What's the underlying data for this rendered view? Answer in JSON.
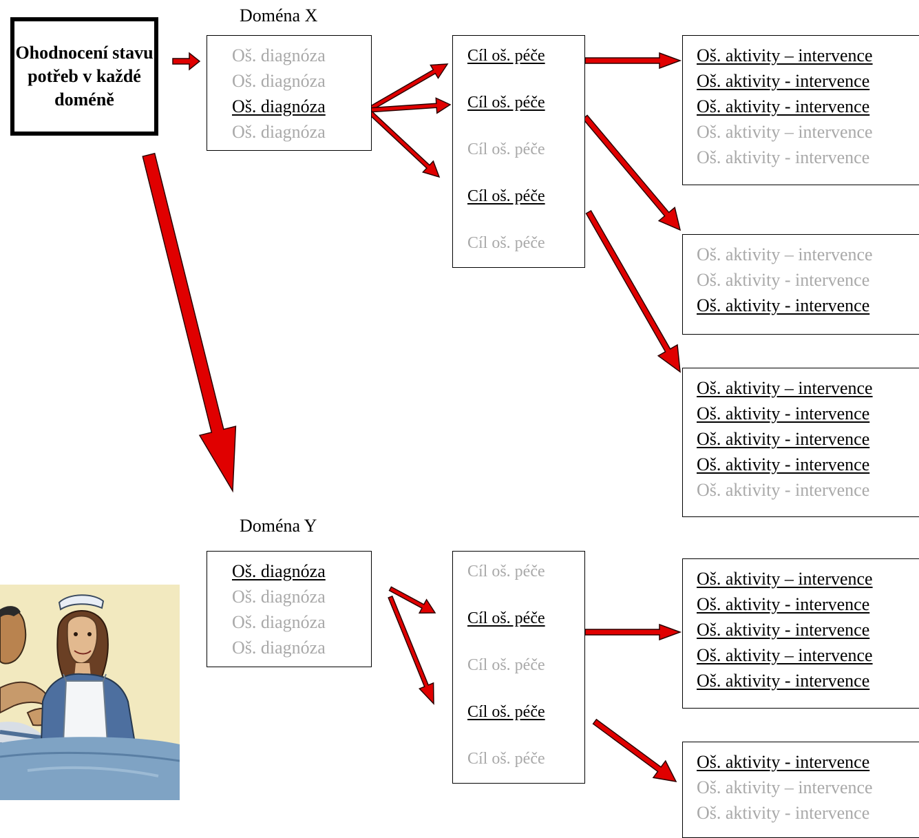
{
  "assessment": {
    "label": "Ohodnocení stavu potřeb v každé doméně"
  },
  "domains": [
    {
      "title": "Doména X",
      "diagnoses": [
        {
          "text": "Oš. diagnóza",
          "active": false
        },
        {
          "text": "Oš. diagnóza",
          "active": false
        },
        {
          "text": "Oš. diagnóza",
          "active": true
        },
        {
          "text": "Oš. diagnóza",
          "active": false
        }
      ],
      "goals": [
        {
          "text": "Cíl oš. péče",
          "active": true
        },
        {
          "text": "Cíl oš. péče",
          "active": true
        },
        {
          "text": "Cíl oš. péče",
          "active": false
        },
        {
          "text": "Cíl oš. péče",
          "active": true
        },
        {
          "text": "Cíl oš. péče",
          "active": false
        }
      ],
      "interventions": [
        [
          {
            "text": "Oš. aktivity – intervence",
            "active": true
          },
          {
            "text": "Oš. aktivity - intervence",
            "active": true
          },
          {
            "text": "Oš. aktivity - intervence",
            "active": true
          },
          {
            "text": "Oš. aktivity – intervence",
            "active": false
          },
          {
            "text": "Oš. aktivity - intervence",
            "active": false
          }
        ],
        [
          {
            "text": "Oš. aktivity – intervence",
            "active": false
          },
          {
            "text": "Oš. aktivity - intervence",
            "active": false
          },
          {
            "text": "Oš. aktivity - intervence",
            "active": true
          }
        ],
        [
          {
            "text": "Oš. aktivity – intervence",
            "active": true
          },
          {
            "text": "Oš. aktivity - intervence",
            "active": true
          },
          {
            "text": "Oš. aktivity - intervence",
            "active": true
          },
          {
            "text": "Oš. aktivity - intervence",
            "active": true
          },
          {
            "text": "Oš. aktivity - intervence",
            "active": false
          }
        ]
      ]
    },
    {
      "title": "Doména Y",
      "diagnoses": [
        {
          "text": "Oš. diagnóza",
          "active": true
        },
        {
          "text": "Oš. diagnóza",
          "active": false
        },
        {
          "text": "Oš. diagnóza",
          "active": false
        },
        {
          "text": "Oš. diagnóza",
          "active": false
        }
      ],
      "goals": [
        {
          "text": "Cíl oš. péče",
          "active": false
        },
        {
          "text": "Cíl oš. péče",
          "active": true
        },
        {
          "text": "Cíl oš. péče",
          "active": false
        },
        {
          "text": "Cíl oš. péče",
          "active": true
        },
        {
          "text": "Cíl oš. péče",
          "active": false
        }
      ],
      "interventions": [
        [
          {
            "text": "Oš. aktivity – intervence",
            "active": true
          },
          {
            "text": "Oš. aktivity - intervence",
            "active": true
          },
          {
            "text": "Oš. aktivity - intervence",
            "active": true
          },
          {
            "text": "Oš. aktivity – intervence",
            "active": true
          },
          {
            "text": "Oš. aktivity - intervence",
            "active": true
          }
        ],
        [
          {
            "text": "Oš. aktivity - intervence",
            "active": true
          },
          {
            "text": "Oš. aktivity – intervence",
            "active": false
          },
          {
            "text": "Oš. aktivity - intervence",
            "active": false
          }
        ]
      ]
    }
  ],
  "colors": {
    "arrow": "#e00000",
    "arrow_outline": "#2a0000",
    "inactive_text": "#a9a9a9",
    "active_text": "#000000"
  }
}
